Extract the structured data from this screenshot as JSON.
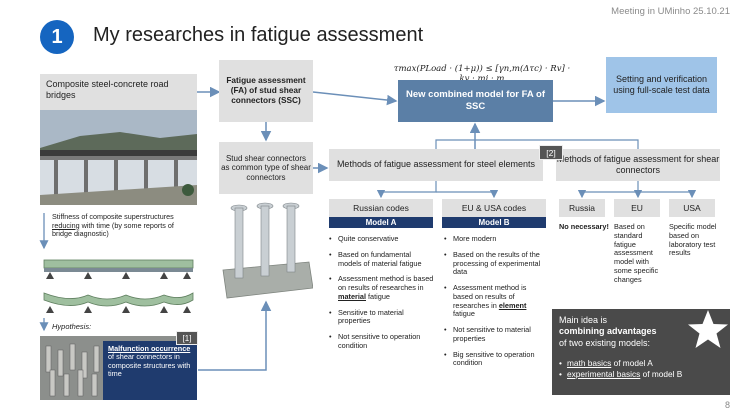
{
  "header": {
    "meeting": "Meeting in UMinho 25.10.21",
    "slide_badge": "1",
    "title": "My researches in fatigue assessment",
    "page": "8"
  },
  "left": {
    "road_box": "Composite steel-concrete road bridges",
    "stiffness_pre": "Stiffness of composite superstructures ",
    "stiffness_emph": "reducing",
    "stiffness_post": " with time (by some reports of bridge diagnostic)",
    "hypothesis": "Hypothesis:",
    "malfunction_title": "Malfunction occurrence",
    "malfunction_rest": "of shear connectors in composite structures with time",
    "ref": "[1]"
  },
  "middle": {
    "fa_box": "Fatigue assessment (FA) of stud shear connectors (SSC)",
    "stud_box": "Stud shear connectors as common type of shear connectors"
  },
  "formula": "τmax(PLoad · (1+μ)) ≤ [γn,m(Δτc) · Rv] · kv · mi · m",
  "new_model": "New combined model for FA of SSC",
  "setting_box": "Setting and verification using full-scale test data",
  "methods_steel": "Methods of fatigue assessment for steel elements",
  "methods_shear": "Methods of fatigue assessment for shear connectors",
  "ref2": "[2]",
  "russian": {
    "head": "Russian codes",
    "model": "Model A",
    "bullets": [
      "Quite conservative",
      "Based on fundamental models of material fatigue",
      "Assessment method is based on results of researches in ",
      "Sensitive to material properties",
      "Not sensitive to operation condition"
    ],
    "emph": "material",
    "emph_after": " fatigue"
  },
  "euusa": {
    "head": "EU & USA codes",
    "model": "Model B",
    "bullets": [
      "More modern",
      "Based on the results of the processing of experimental data",
      "Assessment method is based on results of researches in ",
      "Not sensitive to material properties",
      "Big sensitive to operation condition"
    ],
    "emph": "element",
    "emph_after": " fatigue"
  },
  "shear": {
    "russia_head": "Russia",
    "eu_head": "EU",
    "usa_head": "USA",
    "russia_text": "No necessary!",
    "eu_text": "Based on standard fatigue assessment model with some specific changes",
    "usa_text": "Specific model based on laboratory test results"
  },
  "main_idea": {
    "line1": "Main idea is",
    "line2": "combining advantages",
    "line3": "of two existing models:",
    "b1_emph": "math basics",
    "b1_rest": " of model A",
    "b2_emph": "experimental basics",
    "b2_rest": " of model B"
  },
  "colors": {
    "badge": "#1565c0",
    "dark_blue": "#1f3b6e",
    "new_model": "#5b7fa6",
    "light_blue": "#9fc4e8",
    "grey_box": "#e0e0e0",
    "main_idea": "#4a4a4a"
  }
}
